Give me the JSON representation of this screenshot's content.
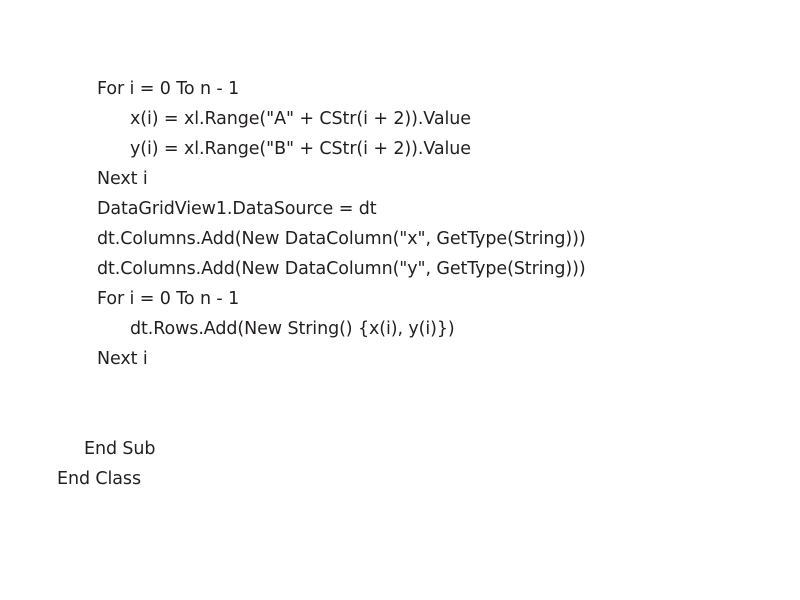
{
  "document": {
    "kind": "code-listing-slide",
    "language": "VB.NET",
    "background_color": "#ffffff",
    "text_color": "#231f20"
  },
  "code": {
    "lines": [
      {
        "text": "For i = 0 To n - 1",
        "indent": 2
      },
      {
        "text": "x(i) = xl.Range(\"A\" + CStr(i + 2)).Value",
        "indent": 3
      },
      {
        "text": "y(i) = xl.Range(\"B\" + CStr(i + 2)).Value",
        "indent": 3
      },
      {
        "text": "Next i",
        "indent": 2
      },
      {
        "text": "DataGridView1.DataSource = dt",
        "indent": 2
      },
      {
        "text": "dt.Columns.Add(New DataColumn(\"x\", GetType(String)))",
        "indent": 2
      },
      {
        "text": "dt.Columns.Add(New DataColumn(\"y\", GetType(String)))",
        "indent": 2
      },
      {
        "text": "For i = 0 To n - 1",
        "indent": 2
      },
      {
        "text": "dt.Rows.Add(New String() {x(i), y(i)})",
        "indent": 3
      },
      {
        "text": "Next i",
        "indent": 2
      },
      {
        "text": "",
        "indent": 0
      },
      {
        "text": "",
        "indent": 0
      },
      {
        "text": "End Sub",
        "indent": 1
      },
      {
        "text": "End Class",
        "indent": 0
      }
    ]
  }
}
